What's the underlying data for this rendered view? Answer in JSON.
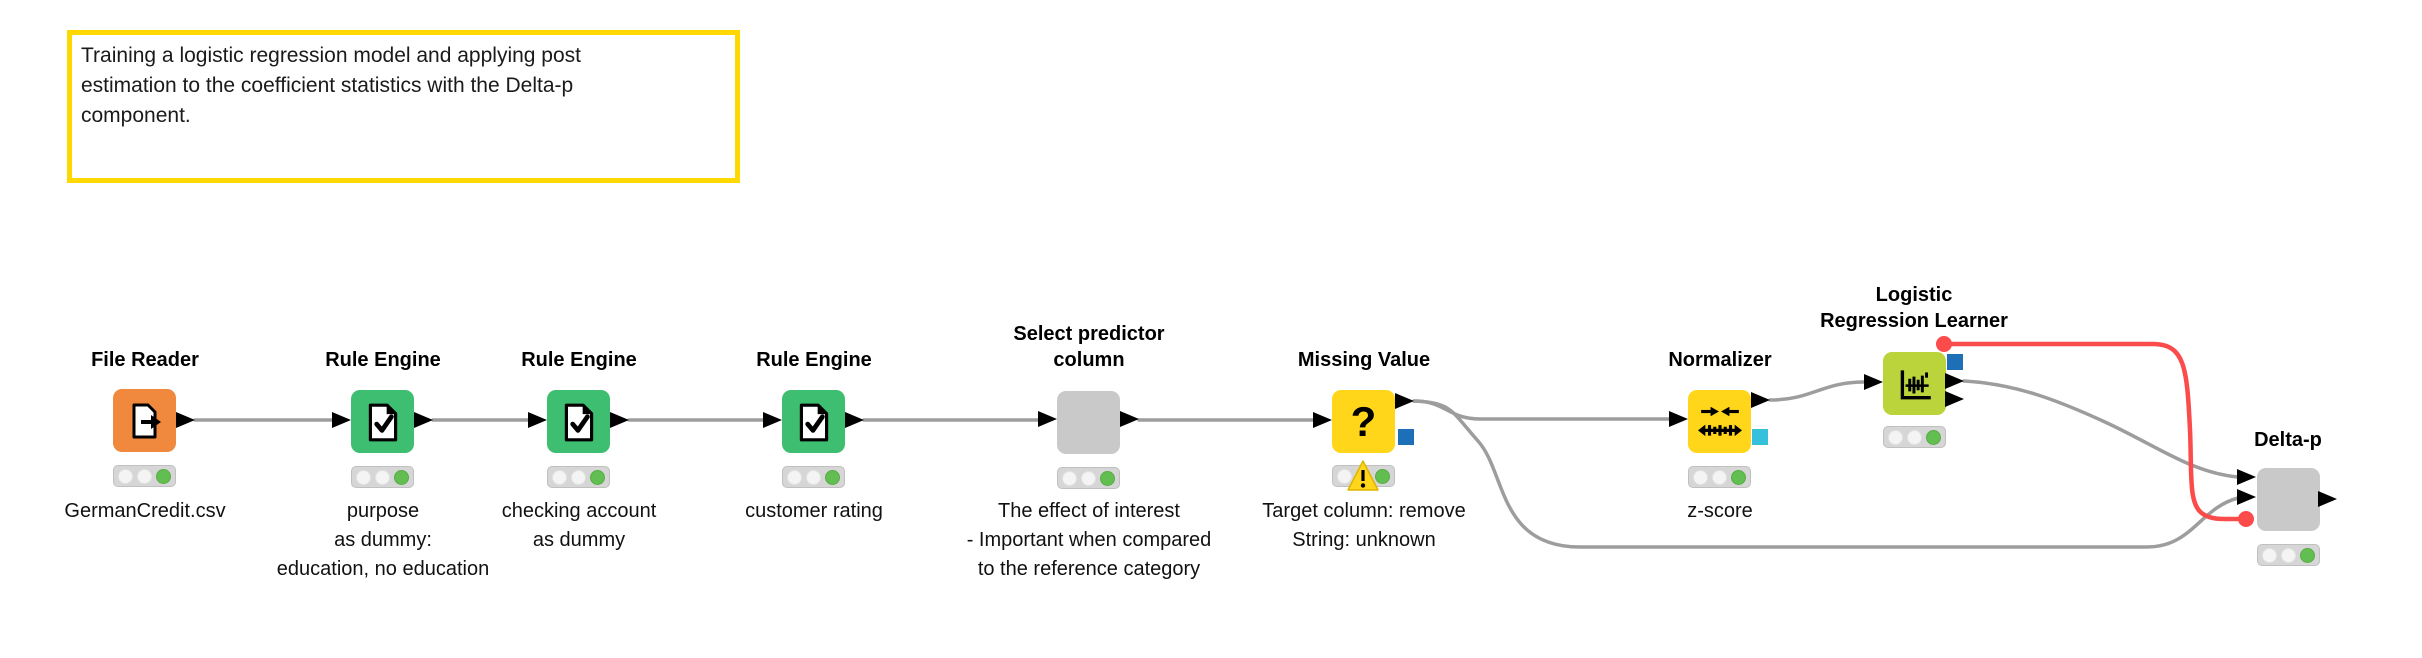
{
  "workflow_annotation": {
    "text": "Training a logistic regression model and applying post\nestimation to the coefficient statistics with the Delta-p\ncomponent.",
    "border_color": "#FFD800"
  },
  "nodes": [
    {
      "name": "file-reader",
      "title": "File Reader",
      "label": "GermanCredit.csv",
      "category": "source",
      "color": "#F0883E",
      "icon": "file-export-icon",
      "status": "executed"
    },
    {
      "name": "rule-engine-1",
      "title": "Rule Engine",
      "label": "purpose\nas dummy:\neducation, no education",
      "category": "manipulator",
      "color": "#3EBE71",
      "icon": "document-check-icon",
      "status": "executed"
    },
    {
      "name": "rule-engine-2",
      "title": "Rule Engine",
      "label": "checking account\nas dummy",
      "category": "manipulator",
      "color": "#3EBE71",
      "icon": "document-check-icon",
      "status": "executed"
    },
    {
      "name": "rule-engine-3",
      "title": "Rule Engine",
      "label": "customer rating",
      "category": "manipulator",
      "color": "#3EBE71",
      "icon": "document-check-icon",
      "status": "executed"
    },
    {
      "name": "select-predictor-column",
      "title": "Select predictor\ncolumn",
      "label": "The effect of interest\n- Important when compared\nto the reference category",
      "category": "component",
      "color": "#C9C9C9",
      "icon": "",
      "status": "executed"
    },
    {
      "name": "missing-value",
      "title": "Missing Value",
      "label": "Target column: remove\nString: unknown",
      "category": "manipulator",
      "color": "#FFD61A",
      "icon": "question-mark-icon",
      "icon_glyph": "?",
      "status": "executed-with-warning"
    },
    {
      "name": "normalizer",
      "title": "Normalizer",
      "label": "z-score",
      "category": "manipulator",
      "color": "#FFD61A",
      "icon": "normalizer-arrows-icon",
      "status": "executed"
    },
    {
      "name": "logistic-regression-learner",
      "title": "Logistic\nRegression Learner",
      "label": "",
      "category": "learner",
      "color": "#BCD43B",
      "icon": "regression-chart-icon",
      "status": "executed"
    },
    {
      "name": "delta-p",
      "title": "Delta-p",
      "label": "",
      "category": "component",
      "color": "#C9C9C9",
      "icon": "",
      "status": "executed"
    }
  ],
  "connections": [
    {
      "from": "file-reader",
      "to": "rule-engine-1",
      "type": "data"
    },
    {
      "from": "rule-engine-1",
      "to": "rule-engine-2",
      "type": "data"
    },
    {
      "from": "rule-engine-2",
      "to": "rule-engine-3",
      "type": "data"
    },
    {
      "from": "rule-engine-3",
      "to": "select-predictor-column",
      "type": "data"
    },
    {
      "from": "select-predictor-column",
      "to": "missing-value",
      "type": "data"
    },
    {
      "from": "missing-value",
      "to": "normalizer",
      "type": "data"
    },
    {
      "from": "missing-value",
      "to": "delta-p",
      "type": "data",
      "to_port": 2
    },
    {
      "from": "normalizer",
      "to": "logistic-regression-learner",
      "type": "data"
    },
    {
      "from": "logistic-regression-learner",
      "to": "delta-p",
      "type": "data",
      "to_port": 1
    },
    {
      "from": "logistic-regression-learner",
      "to": "delta-p",
      "type": "flow-variable",
      "to_port": 3
    }
  ],
  "palette": {
    "wire_gray": "#9D9D9D",
    "flow_variable_red": "#FB4B4B",
    "data_port_black": "#000000",
    "model_port_blue": "#1D6FB8",
    "model_port_cyan": "#35C0DC",
    "status_green": "#63BE51",
    "warning_yellow": "#FFD61A",
    "traffic_light_bg": "#D6D6D6"
  }
}
